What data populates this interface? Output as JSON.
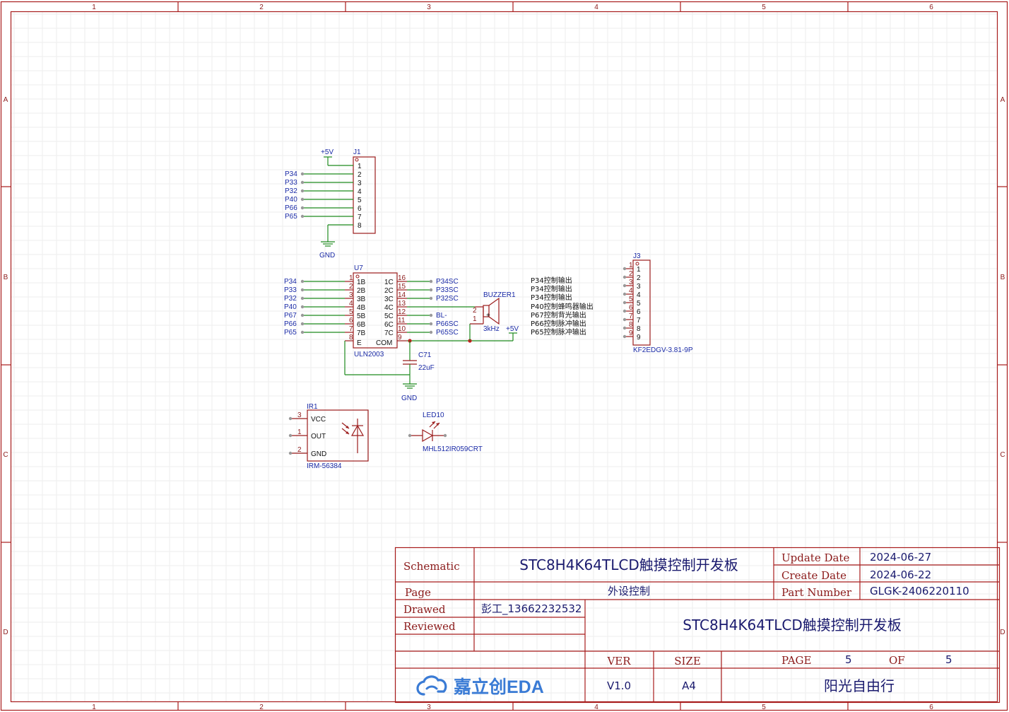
{
  "rulers": {
    "columns": [
      "1",
      "2",
      "3",
      "4",
      "5",
      "6"
    ],
    "rows": [
      "A",
      "B",
      "C",
      "D"
    ]
  },
  "j1": {
    "ref": "J1",
    "power": "+5V",
    "ground": "GND",
    "pins": [
      "1",
      "2",
      "3",
      "4",
      "5",
      "6",
      "7",
      "8"
    ],
    "nets": [
      "P34",
      "P33",
      "P32",
      "P40",
      "P66",
      "P65"
    ]
  },
  "u7": {
    "ref": "U7",
    "value": "ULN2003",
    "left_pins": [
      {
        "num": "1",
        "name": "1B",
        "net": "P34"
      },
      {
        "num": "2",
        "name": "2B",
        "net": "P33"
      },
      {
        "num": "3",
        "name": "3B",
        "net": "P32"
      },
      {
        "num": "4",
        "name": "4B",
        "net": "P40"
      },
      {
        "num": "5",
        "name": "5B",
        "net": "P67"
      },
      {
        "num": "6",
        "name": "6B",
        "net": "P66"
      },
      {
        "num": "7",
        "name": "7B",
        "net": "P65"
      },
      {
        "num": "8",
        "name": "E",
        "net": ""
      }
    ],
    "right_pins": [
      {
        "num": "16",
        "name": "1C",
        "net": "P34SC"
      },
      {
        "num": "15",
        "name": "2C",
        "net": "P33SC"
      },
      {
        "num": "14",
        "name": "3C",
        "net": "P32SC"
      },
      {
        "num": "13",
        "name": "4C",
        "net": ""
      },
      {
        "num": "12",
        "name": "5C",
        "net": "BL-"
      },
      {
        "num": "11",
        "name": "6C",
        "net": "P66SC"
      },
      {
        "num": "10",
        "name": "7C",
        "net": "P65SC"
      },
      {
        "num": "9",
        "name": "COM",
        "net": ""
      }
    ]
  },
  "buzzer": {
    "ref": "BUZZER1",
    "value": "3kHz",
    "pin1": "1",
    "pin2": "2",
    "plus": "+",
    "power": "+5V"
  },
  "c71": {
    "ref": "C71",
    "value": "22uF",
    "ground": "GND"
  },
  "j3": {
    "ref": "J3",
    "value": "KF2EDGV-3.81-9P",
    "pins": [
      "1",
      "2",
      "3",
      "4",
      "5",
      "6",
      "7",
      "8",
      "9"
    ],
    "notes": [
      "P34控制输出",
      "P34控制输出",
      "P34控制输出",
      "P40控制蜂鸣器输出",
      "P67控制背光输出",
      "P66控制脉冲输出",
      "P65控制脉冲输出"
    ]
  },
  "ir1": {
    "ref": "IR1",
    "value": "IRM-56384",
    "pins": [
      {
        "num": "3",
        "name": "VCC"
      },
      {
        "num": "1",
        "name": "OUT"
      },
      {
        "num": "2",
        "name": "GND"
      }
    ]
  },
  "led10": {
    "ref": "LED10",
    "value": "MHL512IR059CRT"
  },
  "title_block": {
    "schematic_label": "Schematic",
    "schematic_value": "STC8H4K64TLCD触摸控制开发板",
    "update_label": "Update Date",
    "update_value": "2024-06-27",
    "create_label": "Create Date",
    "create_value": "2024-06-22",
    "page_label": "Page",
    "page_value": "外设控制",
    "part_label": "Part Number",
    "part_value": "GLGK-2406220110",
    "drawed_label": "Drawed",
    "drawed_value": "彭工_13662232532",
    "reviewed_label": "Reviewed",
    "project_title": "STC8H4K64TLCD触摸控制开发板",
    "ver_label": "VER",
    "size_label": "SIZE",
    "page_num_label": "PAGE",
    "page_num": "5",
    "of_label": "OF",
    "of_num": "5",
    "logo_text": "嘉立创EDA",
    "ver_value": "V1.0",
    "size_value": "A4",
    "company": "阳光自由行"
  },
  "colors": {
    "border": "#a81c1c",
    "wire": "#1f8a1f",
    "net_label": "#1a2aa6",
    "logo": "#3a7bd5"
  }
}
